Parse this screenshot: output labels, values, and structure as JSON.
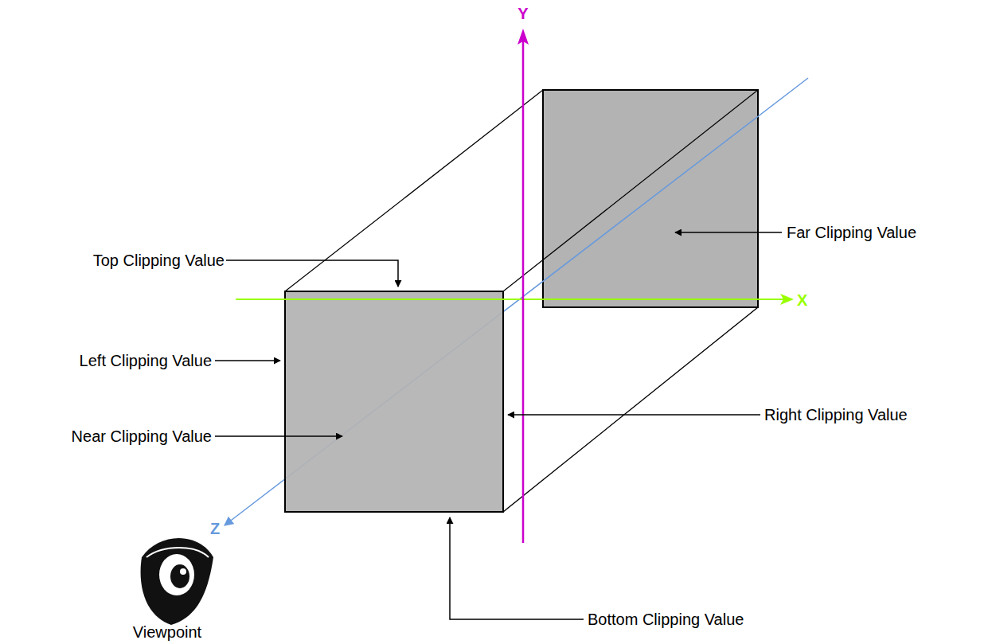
{
  "diagram": {
    "labels": [
      "Y",
      "Top Clipping Value",
      "Far Clipping Value",
      "X",
      "Left Clipping Value",
      "Right Clipping Value",
      "Near Clipping Value",
      "Z",
      "Bottom Clipping Value",
      "Viewpoint"
    ]
  }
}
